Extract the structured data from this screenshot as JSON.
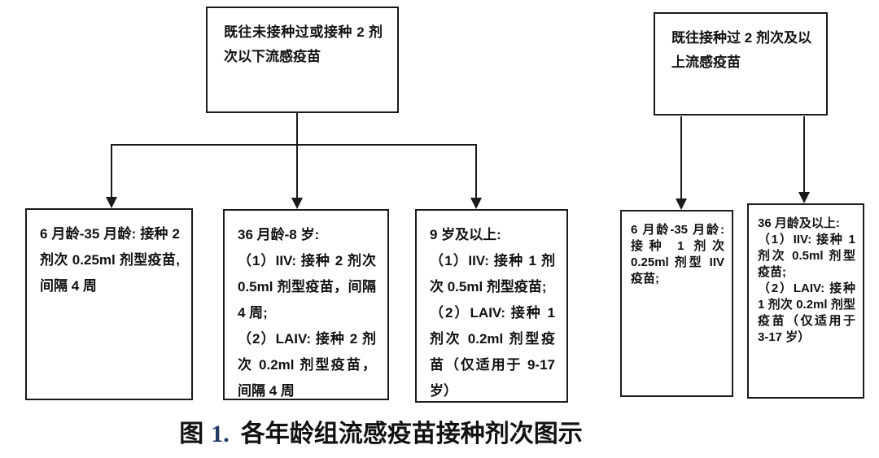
{
  "figure": {
    "caption": {
      "prefix": "图",
      "number": "1.",
      "number_color": "#1f3864",
      "title": "各年龄组流感疫苗接种剂次图示"
    },
    "flowchart": {
      "left_root": {
        "text": "既往未接种过或接种 2 剂次以下流感疫苗"
      },
      "right_root": {
        "text": "既往接种过 2 剂次及以上流感疫苗"
      },
      "left_children": [
        {
          "paragraphs": [
            "6 月龄-35 月龄: 接种 2 剂次 0.25ml 剂型疫苗, 间隔 4 周"
          ]
        },
        {
          "paragraphs": [
            "36 月龄-8 岁:",
            "（1）IIV: 接种 2 剂次 0.5ml 剂型疫苗，间隔 4 周;",
            "（2）LAIV: 接种 2 剂次 0.2ml 剂型疫苗，间隔 4 周"
          ]
        },
        {
          "paragraphs": [
            "9 岁及以上:",
            "（1）IIV: 接种 1 剂次 0.5ml 剂型疫苗;",
            "（2）LAIV: 接种 1 剂次 0.2ml 剂型疫苗（仅适用于 9-17 岁）"
          ]
        }
      ],
      "right_children": [
        {
          "paragraphs": [
            "6 月龄-35 月龄: 接种 1 剂次 0.25ml 剂型 IIV 疫苗;"
          ]
        },
        {
          "paragraphs": [
            "36 月龄及以上:",
            "（1）IIV: 接种 1 剂次 0.5ml 剂型疫苗;",
            "（2）LAIV: 接种 1 剂次 0.2ml 剂型疫苗（仅适用于 3-17 岁）"
          ]
        }
      ]
    },
    "connector_color": "#1a1a1a"
  }
}
